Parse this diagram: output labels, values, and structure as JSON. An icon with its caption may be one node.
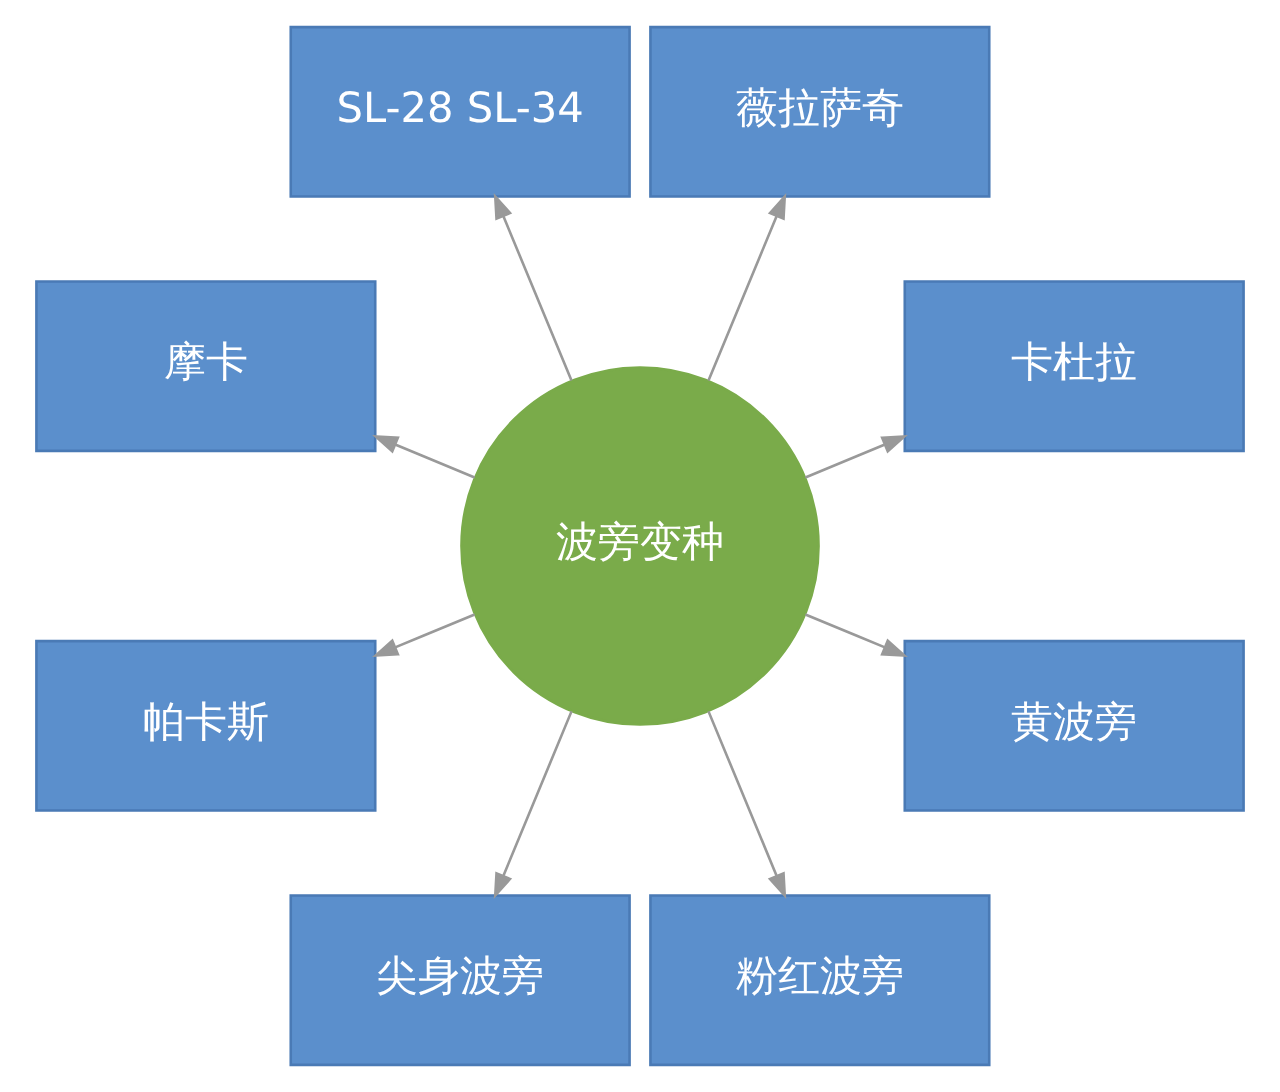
{
  "diagram": {
    "nodes": [
      {
        "text": [
          "卡杜拉"
        ]
      },
      {
        "text": [
          "薇拉萨奇"
        ]
      },
      {
        "text": [
          "SL-28 SL-34"
        ]
      },
      {
        "text": [
          "摩卡"
        ]
      },
      {
        "text": [
          "波旁变种"
        ]
      },
      {
        "text": [
          "帕卡斯"
        ]
      },
      {
        "text": [
          "尖身波旁"
        ]
      },
      {
        "text": [
          "粉红波旁"
        ]
      },
      {
        "text": [
          "黄波旁"
        ]
      }
    ],
    "edges": [
      {
        "from": 4,
        "to": 0,
        "arrow": "to"
      },
      {
        "from": 4,
        "to": 1,
        "arrow": "to"
      },
      {
        "from": 4,
        "to": 2,
        "arrow": "to"
      },
      {
        "from": 4,
        "to": 3,
        "arrow": "to"
      },
      {
        "from": 4,
        "to": 5,
        "arrow": "to"
      },
      {
        "from": 4,
        "to": 6,
        "arrow": "to"
      },
      {
        "from": 4,
        "to": 7,
        "arrow": "to"
      },
      {
        "from": 4,
        "to": 8,
        "arrow": "to"
      }
    ]
  }
}
